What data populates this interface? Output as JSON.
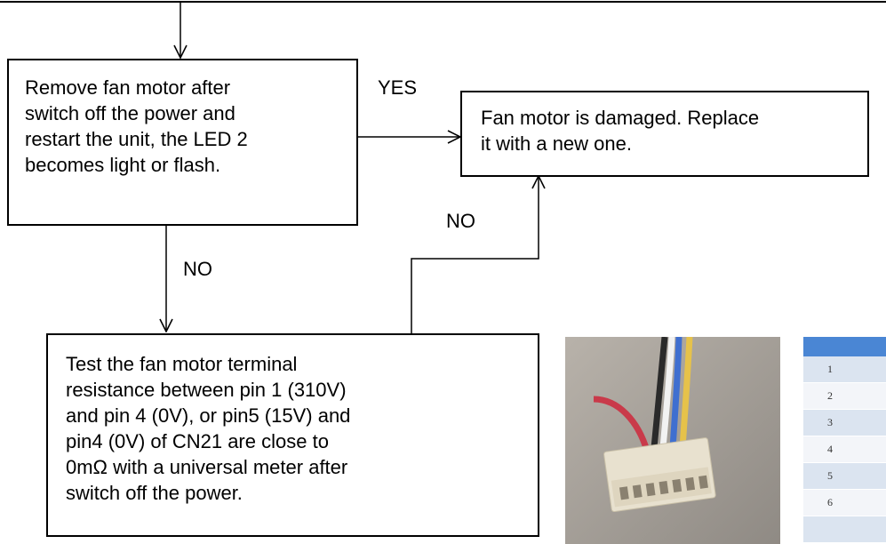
{
  "nodes": {
    "remove_fan_motor": "Remove fan motor after\nswitch off the power and\nrestart the unit, the LED 2\nbecomes light or flash.",
    "fan_motor_damaged": "Fan motor is damaged. Replace\nit with a new one.",
    "test_terminal_resistance": "Test the fan motor terminal\nresistance between pin 1 (310V)\nand pin 4 (0V), or pin5 (15V) and\npin4 (0V) of CN21 are close to\n0mΩ with a universal meter after\nswitch off the power."
  },
  "edges": {
    "yes_label": "YES",
    "no_label_down": "NO",
    "no_label_up": "NO"
  },
  "pin_table": {
    "rows": [
      "1",
      "2",
      "3",
      "4",
      "5",
      "6"
    ]
  },
  "connector_photo": {
    "icon": "fan-motor-connector-photo",
    "wire_colors": [
      "#2a2a2a",
      "#f2f2f2",
      "#3f6fd0",
      "#e6c24a",
      "#c93a4a"
    ]
  }
}
